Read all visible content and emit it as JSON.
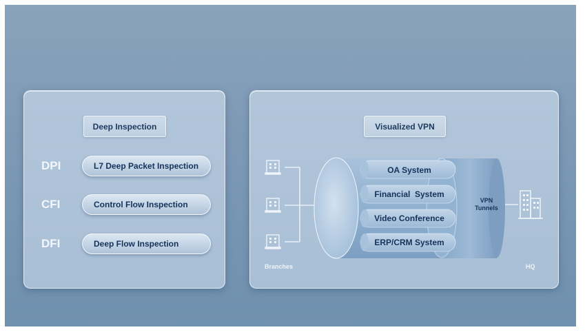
{
  "inspection_panel": {
    "title": "Deep Inspection",
    "rows": [
      {
        "abbr": "DPI",
        "label": "L7 Deep Packet Inspection"
      },
      {
        "abbr": "CFI",
        "label": "Control Flow Inspection"
      },
      {
        "abbr": "DFI",
        "label": "Deep Flow Inspection"
      }
    ]
  },
  "vpn_panel": {
    "title": "Visualized VPN",
    "systems": [
      "OA System",
      "Financial  System",
      "Video Conference",
      "ERP/CRM System"
    ],
    "tunnel_label_line1": "VPN",
    "tunnel_label_line2": "Tunnels",
    "branches_label": "Branches",
    "hq_label": "HQ",
    "icons": {
      "branch": "office-building-icon",
      "hq": "headquarters-building-icon"
    }
  },
  "colors": {
    "background": "#7d9ab5",
    "panel": "#adc2d7",
    "text_dark": "#1d3a5e",
    "text_light": "#f2f6fb"
  }
}
